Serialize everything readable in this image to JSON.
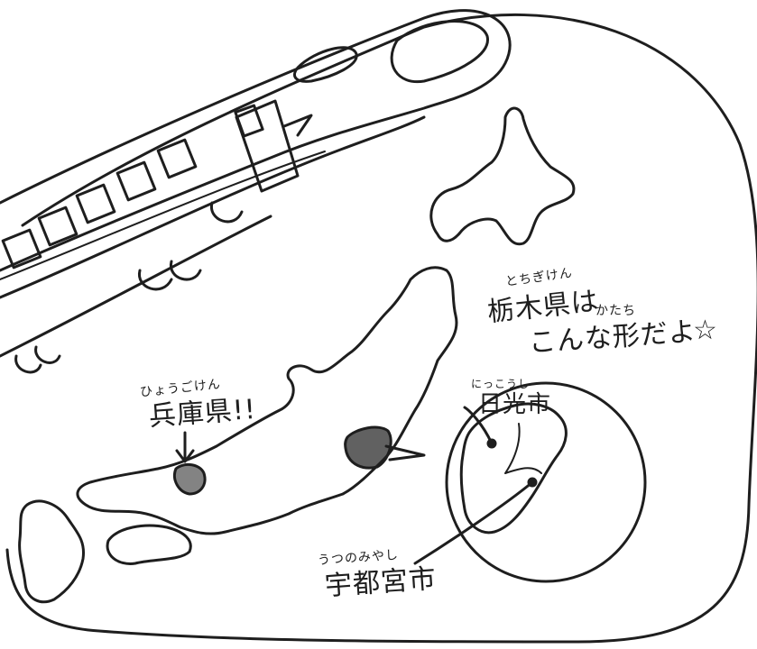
{
  "prefecture_tochigi": {
    "reading": "とちぎけん",
    "name_line": "栃木県は",
    "katachi_reading": "かたち",
    "shape_line": "こんな形だよ",
    "star_icon": "star-outline-icon"
  },
  "city_nikko": {
    "reading": "にっこうし",
    "name": "日光市"
  },
  "city_utsunomiya": {
    "reading": "うつのみやし",
    "name": "宇都宮市"
  },
  "prefecture_hyogo": {
    "reading": "ひょうごけん",
    "name": "兵庫県!!"
  },
  "colors": {
    "ink": "#1e1e1e",
    "paper": "#ffffff"
  }
}
